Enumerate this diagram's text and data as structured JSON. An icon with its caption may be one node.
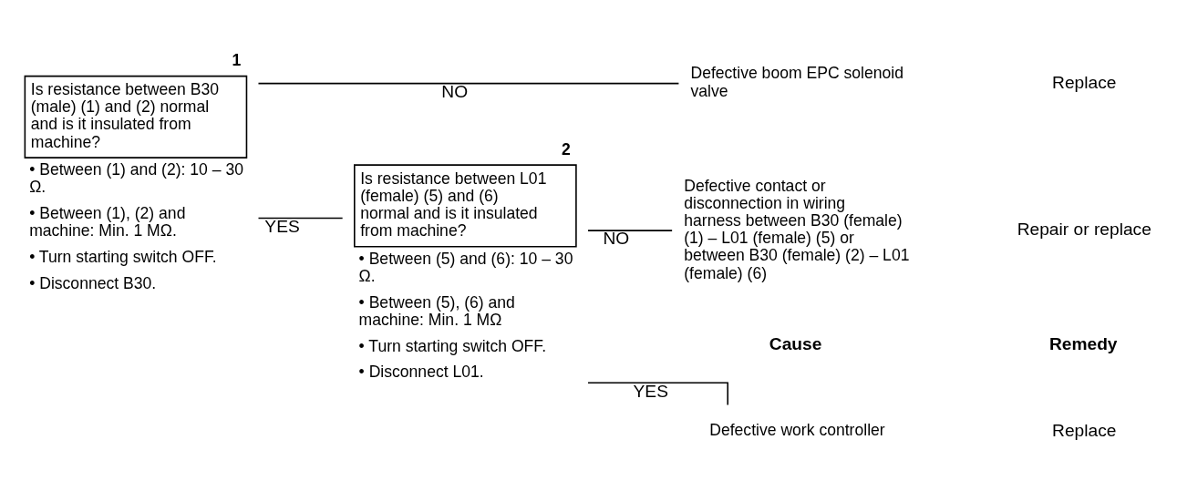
{
  "diagram": {
    "nodes": [
      {
        "text": [
          "Is resistance between B30 (male) (1) and (2) normal and is it insulated from machine?"
        ],
        "beside": [
          "1",
          "• Between (1) and (2): 10 – 30 Ω.",
          "• Between (1), (2) and machine: Min. 1 MΩ.",
          "• Turn starting switch OFF.",
          "• Disconnect B30."
        ]
      },
      {
        "text": [
          "Is resistance between L01 (female) (5) and (6) normal and is it insulated from machine?"
        ],
        "beside": [
          "2",
          "• Between (5) and (6): 10 – 30 Ω.",
          "• Between (5), (6) and machine: Min. 1 MΩ",
          "• Turn starting switch OFF.",
          "• Disconnect L01."
        ]
      },
      {
        "text": [
          "Defective work controller"
        ]
      },
      {
        "text": [
          "Defective contact or disconnection in wiring harness between B30 (female) (1) – L01 (female) (5) or between B30 (female) (2) – L01 (female) (6)"
        ]
      },
      {
        "text": [
          "Defective boom EPC solenoid valve"
        ]
      }
    ],
    "edges": [
      {
        "from": 0,
        "to": 1,
        "arrow": "none",
        "label": "YES"
      },
      {
        "from": 1,
        "to": 2,
        "arrow": "none",
        "label": "YES"
      },
      {
        "from": 1,
        "to": 3,
        "arrow": "none",
        "label": "NO"
      },
      {
        "from": 0,
        "to": 4,
        "arrow": "none",
        "label": "NO"
      }
    ],
    "labels": [
      "Cause",
      "Remedy",
      "Replace",
      "Repair or replace",
      "Replace"
    ]
  }
}
